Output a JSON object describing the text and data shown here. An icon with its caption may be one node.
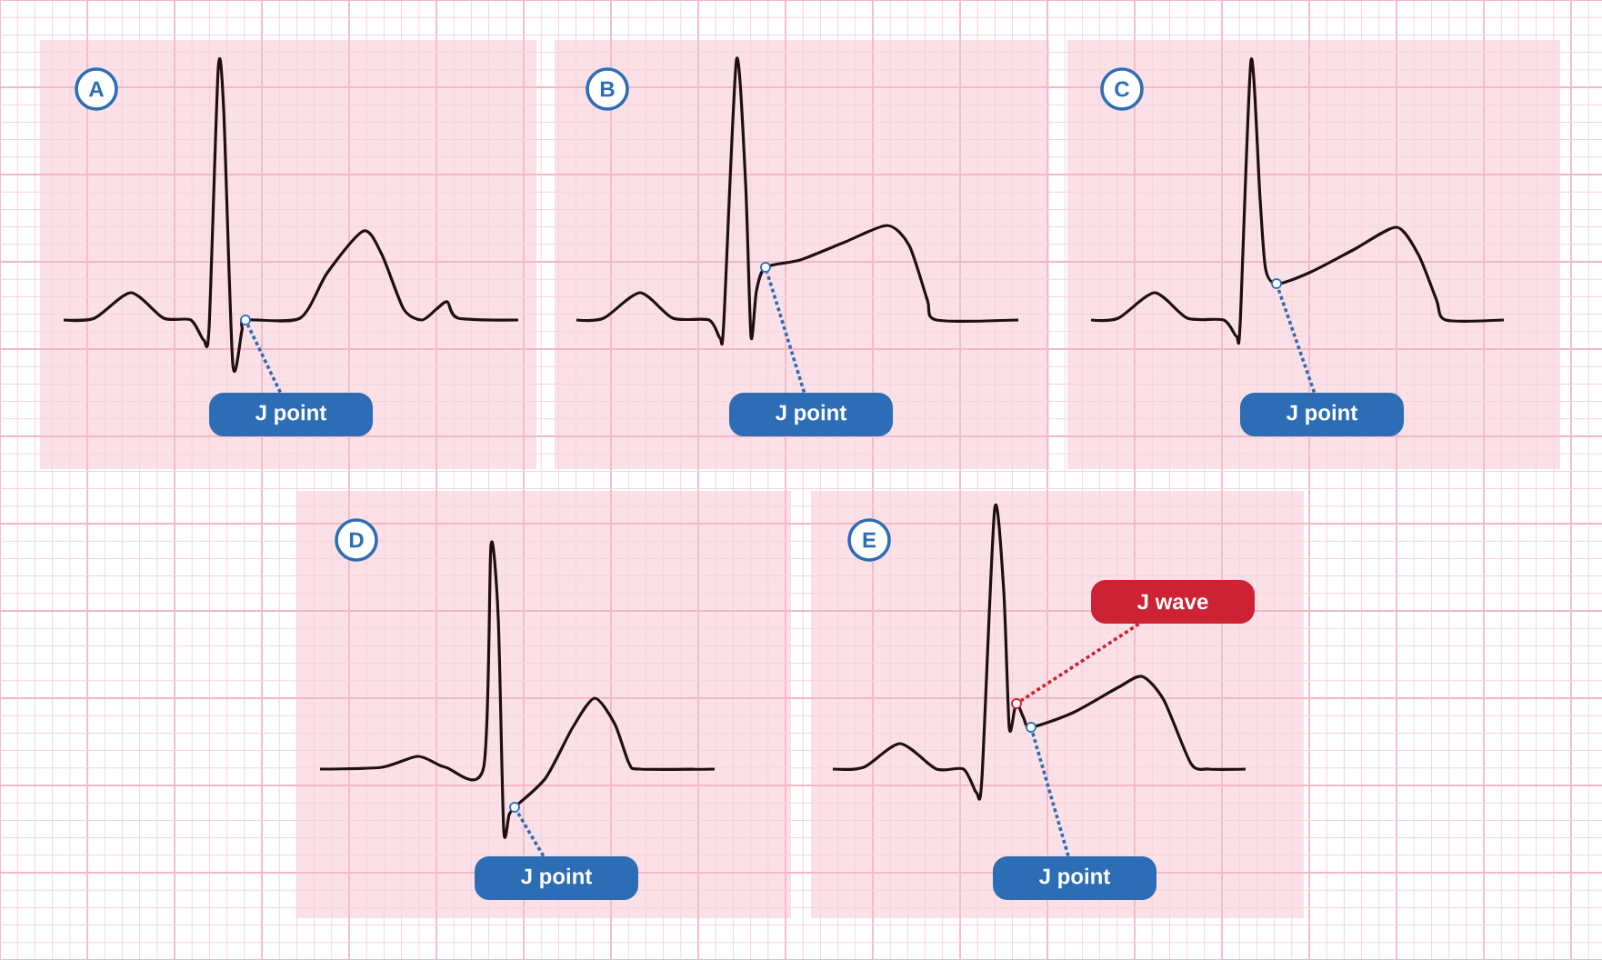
{
  "diagram": {
    "nodes": [
      {
        "text": [
          "A"
        ]
      },
      {
        "text": [
          "J point"
        ]
      },
      {
        "text": [],
        "shape": "circle"
      },
      {
        "text": [
          "B"
        ]
      },
      {
        "text": [
          "J point"
        ]
      },
      {
        "text": [],
        "shape": "circle"
      },
      {
        "text": [
          "C"
        ]
      },
      {
        "text": [
          "J point"
        ]
      },
      {
        "text": [],
        "shape": "circle"
      },
      {
        "text": [
          "D"
        ]
      },
      {
        "text": [
          "J point"
        ]
      },
      {
        "text": [],
        "shape": "circle"
      },
      {
        "text": [
          "E"
        ]
      },
      {
        "text": [
          "J wave"
        ]
      },
      {
        "text": [],
        "shape": "circle"
      },
      {
        "text": [
          "J point"
        ]
      },
      {
        "text": [],
        "shape": "circle"
      }
    ],
    "edges": [
      {
        "from": 1,
        "to": 2,
        "arrow": "none",
        "style": "dashed"
      },
      {
        "from": 4,
        "to": 5,
        "arrow": "none",
        "style": "dashed"
      },
      {
        "from": 7,
        "to": 8,
        "arrow": "none",
        "style": "dashed"
      },
      {
        "from": 10,
        "to": 11,
        "arrow": "none",
        "style": "dashed"
      },
      {
        "from": 13,
        "to": 14,
        "arrow": "none",
        "style": "dashed",
        "color": "#cc2233"
      },
      {
        "from": 15,
        "to": 16,
        "arrow": "none",
        "style": "dashed"
      }
    ]
  }
}
